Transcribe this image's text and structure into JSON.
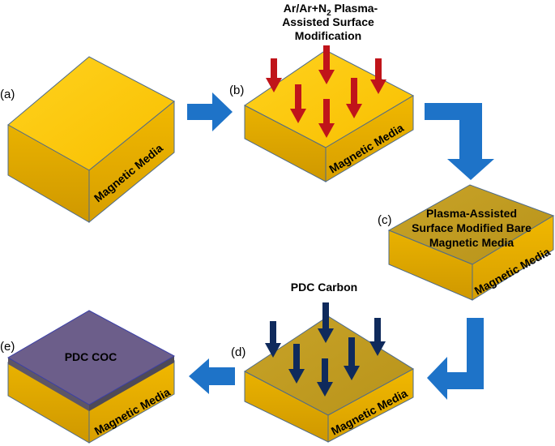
{
  "colors": {
    "gold_top": "#FDC90A",
    "gold_side": "#E3AE05",
    "gold_front": "#D6A303",
    "modified_top": "#BF9B1C",
    "coc_top": "#6C5E8A",
    "coc_layer": "#5D5667",
    "edge": "#4E6B8A",
    "flow_arrow": "#1E73C8",
    "plasma_arrow": "#C0141A",
    "carbon_arrow": "#0F2A5C"
  },
  "steps": {
    "a": {
      "label": "(a)",
      "media": "Magnetic Media"
    },
    "b": {
      "label": "(b)",
      "media": "Magnetic Media",
      "caption_line1": "Ar/Ar+N",
      "caption_sub": "2",
      "caption_line1_tail": " Plasma-",
      "caption_line2": "Assisted Surface",
      "caption_line3": "Modification"
    },
    "c": {
      "label": "(c)",
      "media": "Magnetic Media",
      "top_line1": "Plasma-Assisted",
      "top_line2": "Surface Modified Bare",
      "top_line3": "Magnetic Media"
    },
    "d": {
      "label": "(d)",
      "media": "Magnetic Media",
      "caption": "PDC Carbon"
    },
    "e": {
      "label": "(e)",
      "media": "Magnetic Media",
      "top_text": "PDC COC"
    }
  }
}
